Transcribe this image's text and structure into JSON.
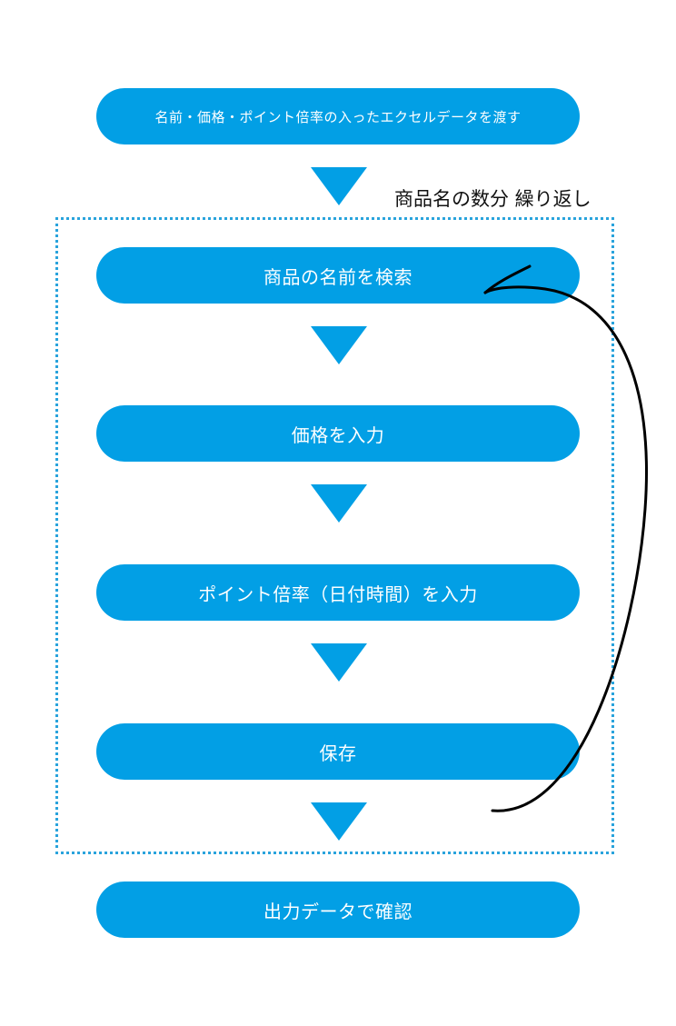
{
  "steps": {
    "start": "名前・価格・ポイント倍率の入ったエクセルデータを渡す",
    "search": "商品の名前を検索",
    "price": "価格を入力",
    "points": "ポイント倍率（日付時間）を入力",
    "save": "保存",
    "confirm": "出力データで確認"
  },
  "loop": {
    "label": "商品名の数分 繰り返し"
  },
  "colors": {
    "pill": "#029fe5",
    "loop_border": "#29a3dc",
    "curve": "#000000"
  }
}
